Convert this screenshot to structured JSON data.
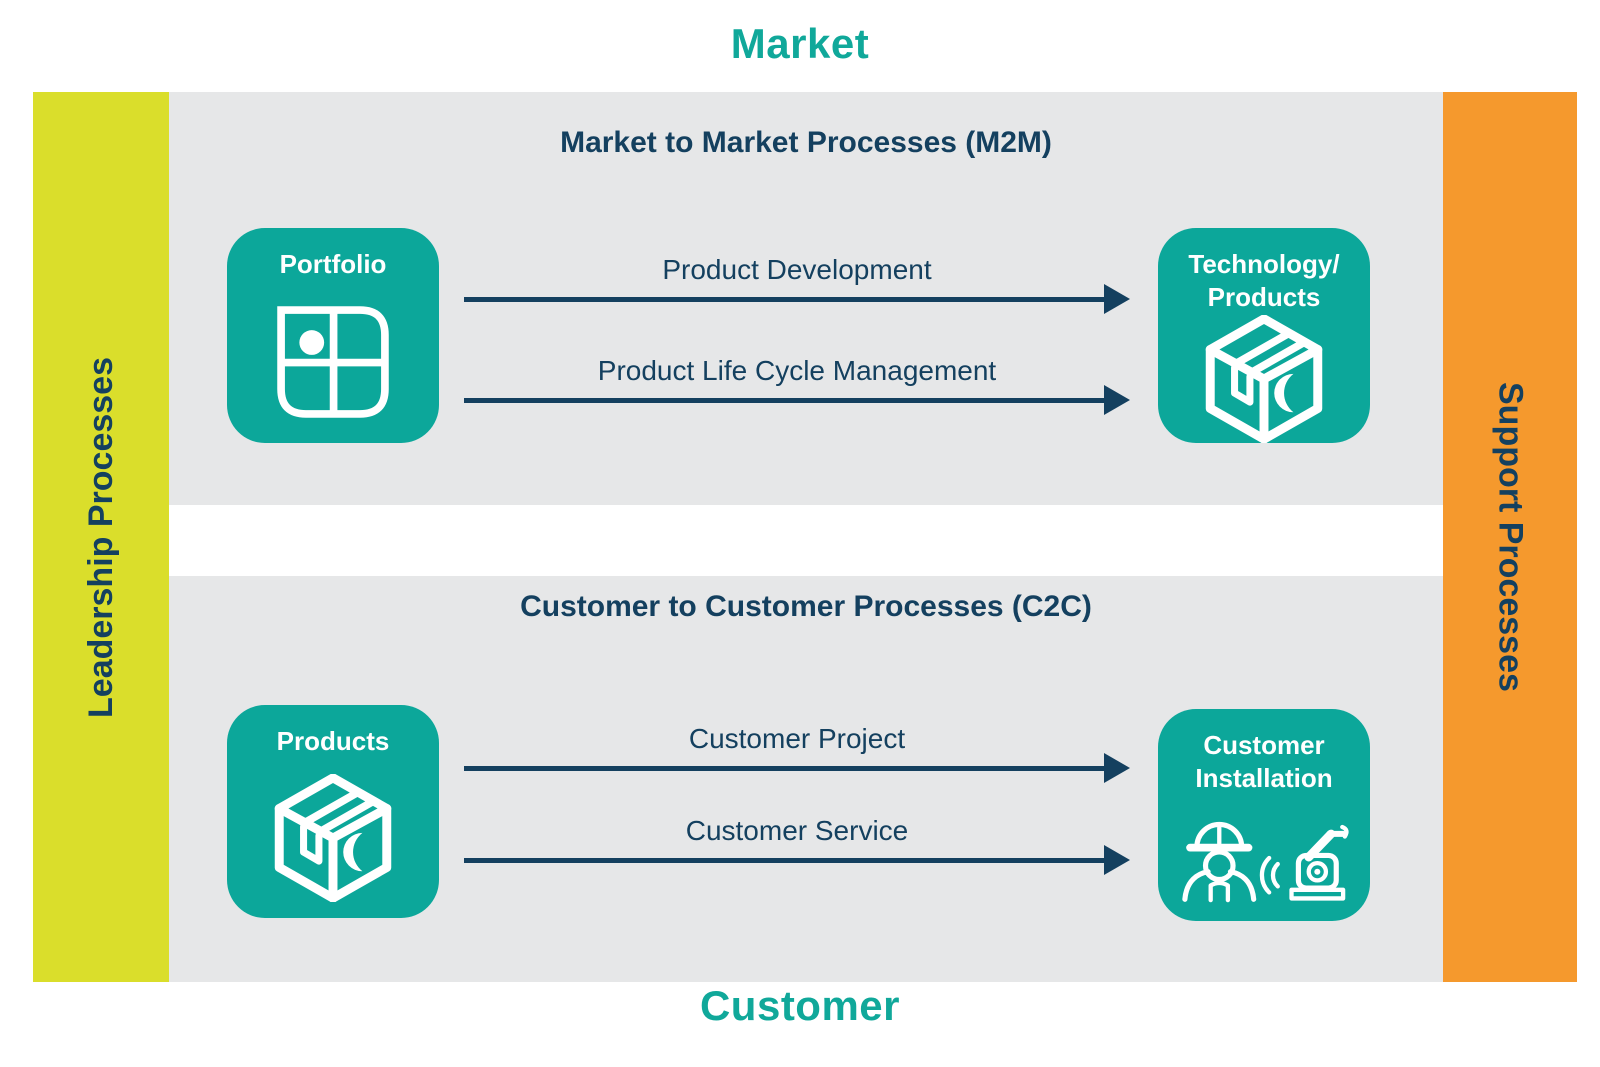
{
  "titles": {
    "top": "Market",
    "bottom": "Customer"
  },
  "side_bars": {
    "left": "Leadership Processes",
    "right": "Support Processes"
  },
  "panels": [
    {
      "id": "m2m",
      "heading": "Market to Market Processes (M2M)",
      "source": {
        "label": "Portfolio",
        "icon": "portfolio-grid-icon"
      },
      "target": {
        "label_lines": [
          "Technology/",
          "Products"
        ],
        "icon": "package-box-icon"
      },
      "arrows": [
        "Product Development",
        "Product Life Cycle Management"
      ]
    },
    {
      "id": "c2c",
      "heading": "Customer to Customer Processes (C2C)",
      "source": {
        "label": "Products",
        "icon": "package-box-icon"
      },
      "target": {
        "label_lines": [
          "Customer",
          "Installation"
        ],
        "icon": "worker-and-robot-arm-icon"
      },
      "arrows": [
        "Customer Project",
        "Customer Service"
      ]
    }
  ],
  "colors": {
    "node_teal": "#0ca79a",
    "title_teal": "#10a89a",
    "leadership_yellow": "#dade2b",
    "support_orange": "#f5992d",
    "text_navy": "#14405f",
    "panel_gray": "#e6e7e8"
  }
}
